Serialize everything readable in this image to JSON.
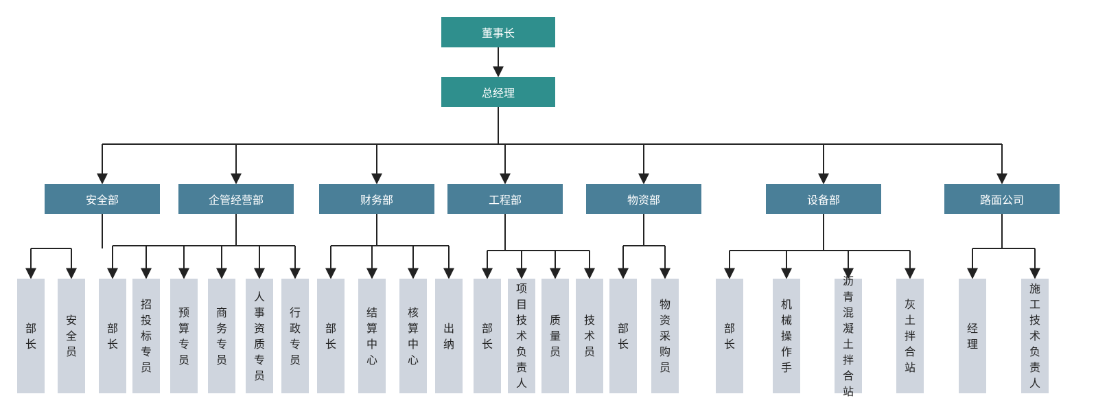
{
  "chairman": "董事长",
  "general_manager": "总经理",
  "departments": [
    {
      "name": "安全部",
      "children": [
        "部长",
        "安全员"
      ]
    },
    {
      "name": "企管经营部",
      "children": [
        "部长",
        "招投标专员",
        "预算专员",
        "商务专员",
        "人事资质专员",
        "行政专员"
      ]
    },
    {
      "name": "财务部",
      "children": [
        "部长",
        "结算中心",
        "核算中心",
        "出纳"
      ]
    },
    {
      "name": "工程部",
      "children": [
        "部长",
        "项目技术负责人",
        "质量员",
        "技术员"
      ]
    },
    {
      "name": "物资部",
      "children": [
        "部长",
        "物资采购员"
      ]
    },
    {
      "name": "设备部",
      "children": [
        "部长",
        "机械操作手",
        "沥青混凝土拌合站",
        "灰土拌合站"
      ]
    },
    {
      "name": "路面公司",
      "children": [
        "经理",
        "施工技术负责人"
      ]
    }
  ],
  "colors": {
    "top_box": "#2f8f8d",
    "dept_box": "#4a7f98",
    "leaf_box": "#cfd5de",
    "connector": "#222222"
  }
}
